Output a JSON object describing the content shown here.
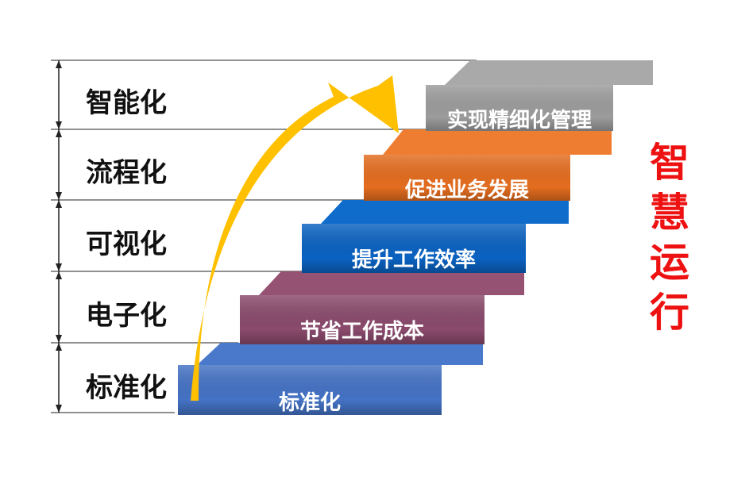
{
  "levels": [
    "智能化",
    "流程化",
    "可视化",
    "电子化",
    "标准化"
  ],
  "steps": [
    {
      "label": "标准化",
      "front": "#4472c4",
      "top": "#4a79cc"
    },
    {
      "label": "节省工作成本",
      "front": "#8a4a6c",
      "top": "#955272"
    },
    {
      "label": "提升工作效率",
      "front": "#0a62c1",
      "top": "#0f6ccb"
    },
    {
      "label": "促进业务发展",
      "front": "#e46d1f",
      "top": "#ef7d31"
    },
    {
      "label": "实现精细化管理",
      "front": "#9c9c9c",
      "top": "#a9a9a9"
    }
  ],
  "side_title": [
    "智",
    "慧",
    "运",
    "行"
  ],
  "colors": {
    "arrow": "#ffc000",
    "side_title": "#ee1111"
  }
}
